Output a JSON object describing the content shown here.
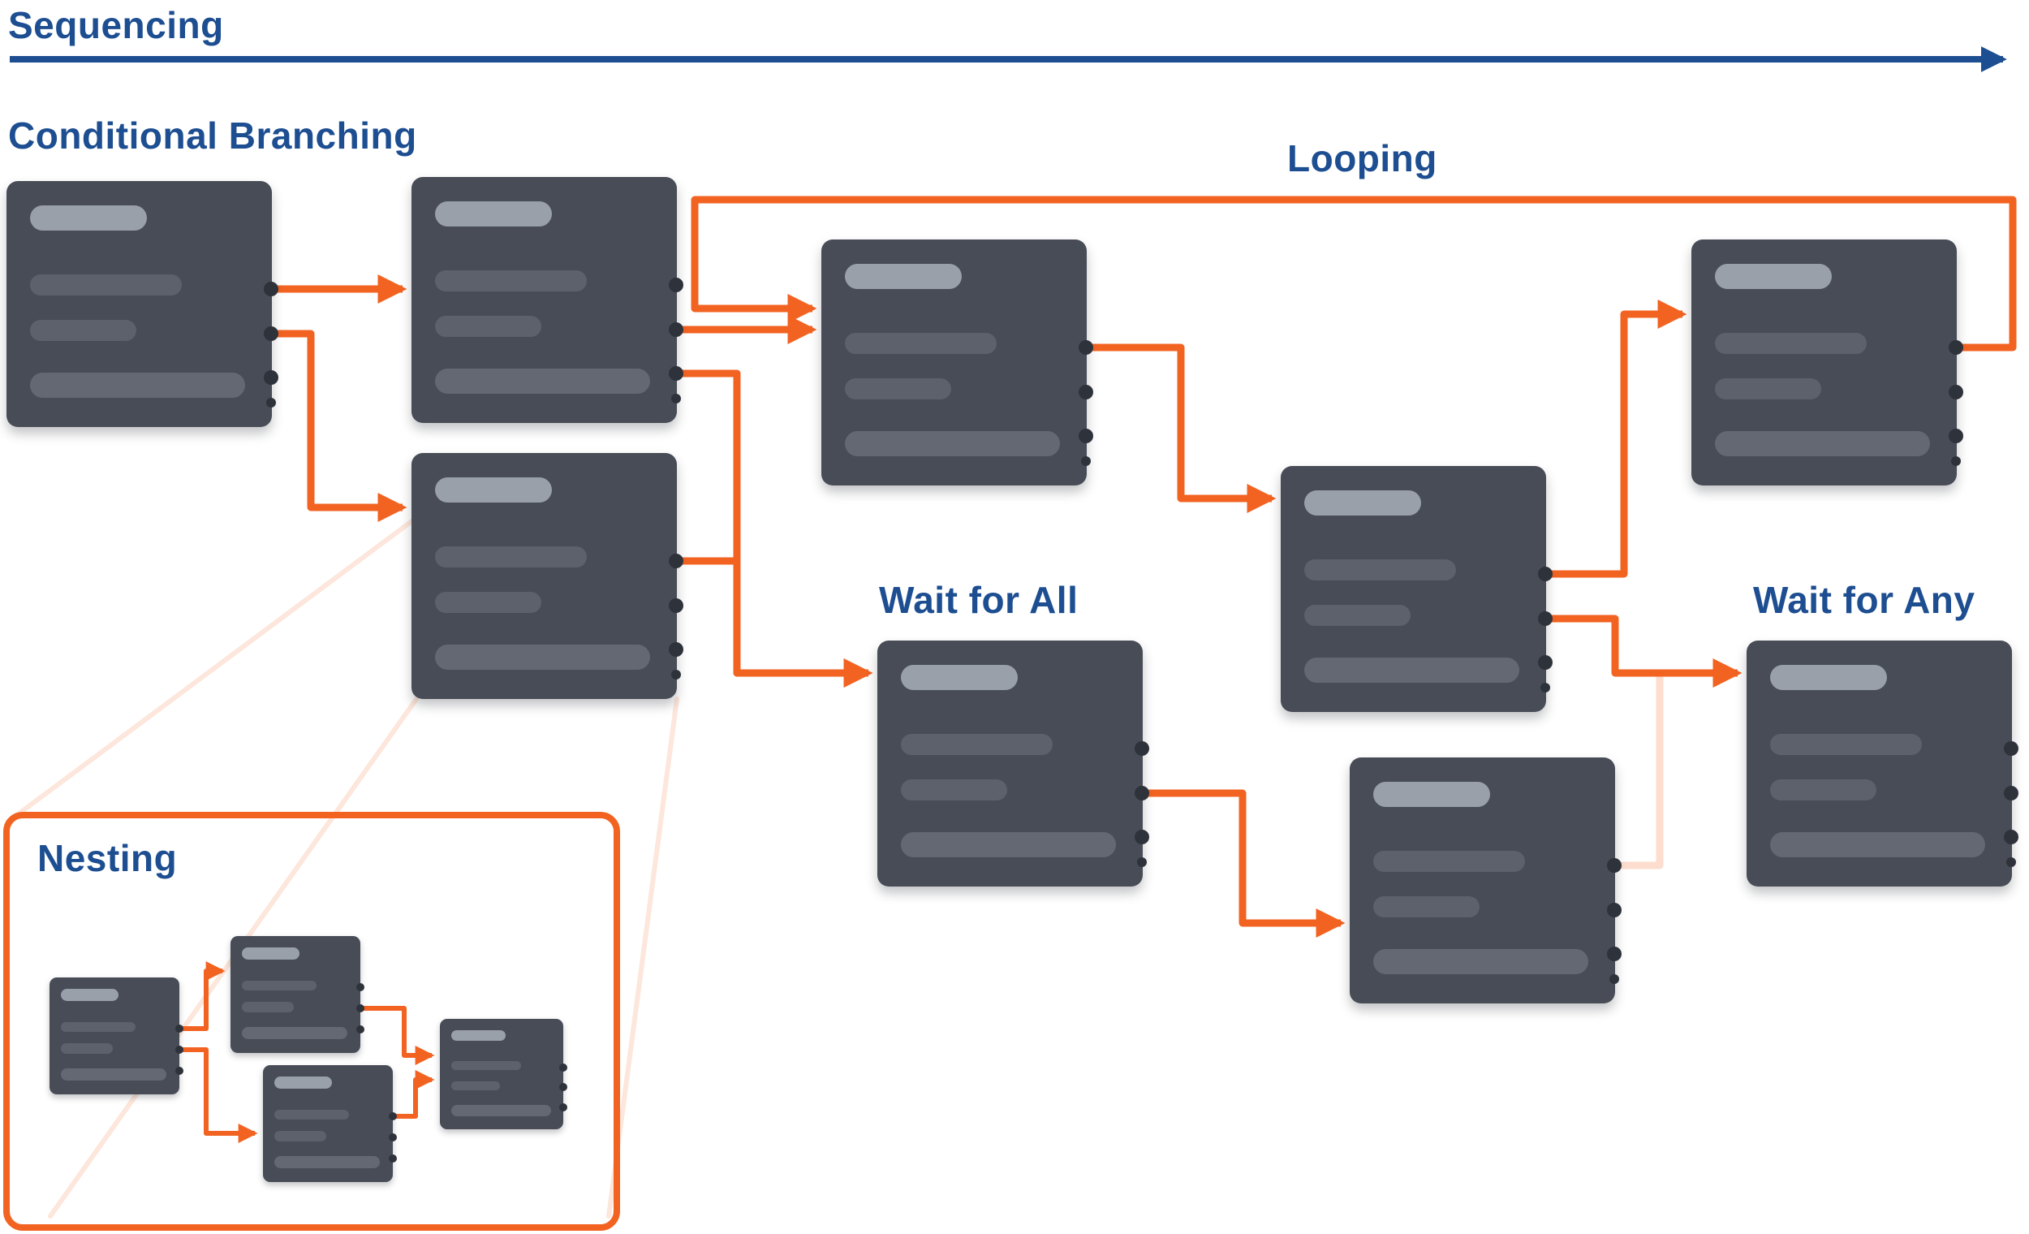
{
  "labels": {
    "sequencing": "Sequencing",
    "conditional_branching": "Conditional Branching",
    "looping": "Looping",
    "wait_for_all": "Wait for All",
    "wait_for_any": "Wait for Any",
    "nesting": "Nesting"
  },
  "colors": {
    "accent_blue": "#1d4e91",
    "accent_orange": "#f26322",
    "faint_orange": "rgba(242,99,34,0.16)",
    "node_background": "#474c56",
    "node_title_bar": "#9aa0a9",
    "node_text_line": "#5c616c",
    "port_dot": "#2e323a"
  }
}
